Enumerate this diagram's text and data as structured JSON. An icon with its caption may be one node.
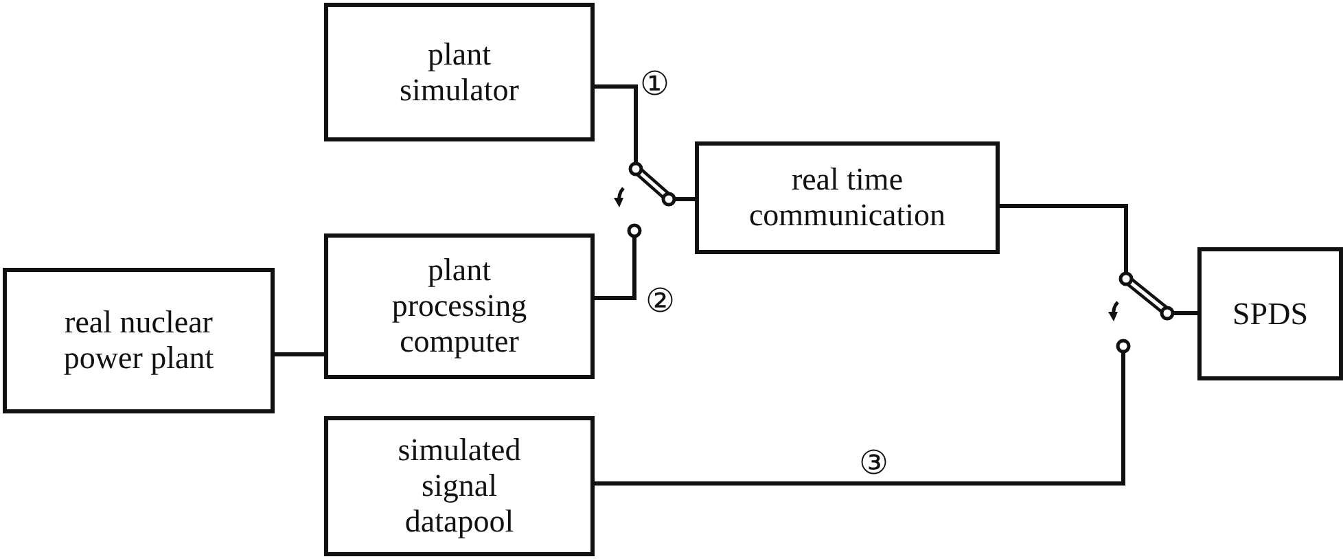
{
  "diagram": {
    "nodes": [
      {
        "text": [
          "real nuclear power plant"
        ]
      },
      {
        "text": [
          "plant simulator"
        ]
      },
      {
        "text": [
          "plant processing computer"
        ]
      },
      {
        "text": [
          "simulated signal datapool"
        ]
      },
      {
        "text": [],
        "shape": "switch"
      },
      {
        "text": [
          "real time communication"
        ]
      },
      {
        "text": [],
        "shape": "switch"
      },
      {
        "text": [
          "SPDS"
        ]
      }
    ],
    "edges": [
      {
        "from": 0,
        "to": 2,
        "arrow": "none"
      },
      {
        "from": 1,
        "to": 4,
        "arrow": "none",
        "label": "①"
      },
      {
        "from": 2,
        "to": 4,
        "arrow": "none",
        "label": "②"
      },
      {
        "from": 4,
        "to": 5,
        "arrow": "none"
      },
      {
        "from": 5,
        "to": 6,
        "arrow": "none"
      },
      {
        "from": 3,
        "to": 6,
        "arrow": "none",
        "label": "③"
      },
      {
        "from": 6,
        "to": 7,
        "arrow": "none"
      }
    ]
  }
}
